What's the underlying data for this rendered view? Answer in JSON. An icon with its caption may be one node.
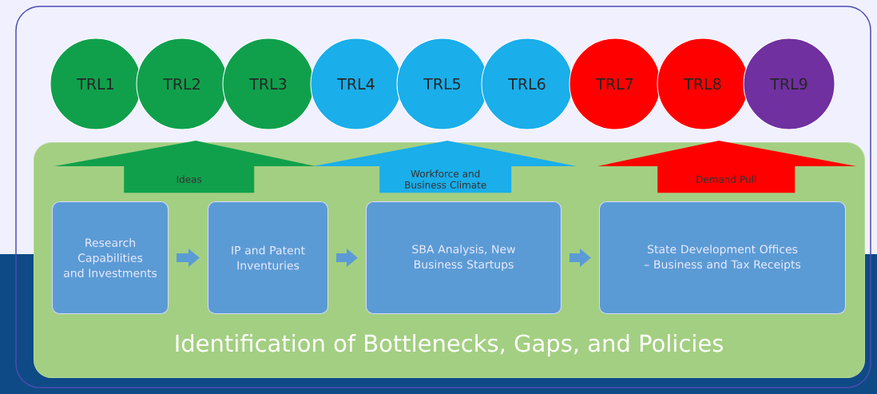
{
  "diagram": {
    "nodes": [
      {
        "text": [
          "TRL1"
        ]
      },
      {
        "text": [
          "TRL2"
        ]
      },
      {
        "text": [
          "TRL3"
        ]
      },
      {
        "text": [
          "TRL4"
        ]
      },
      {
        "text": [
          "TRL5"
        ]
      },
      {
        "text": [
          "TRL6"
        ]
      },
      {
        "text": [
          "TRL7"
        ]
      },
      {
        "text": [
          "TRL8"
        ]
      },
      {
        "text": [
          "TRL9"
        ]
      },
      {
        "text": [
          "Identification of Bottlenecks, Gaps, and Policies"
        ]
      },
      {
        "text": [
          "Ideas"
        ],
        "in": 9
      },
      {
        "text": [
          "Workforce and Business Climate"
        ],
        "in": 9
      },
      {
        "text": [
          "Demand Pull"
        ],
        "in": 9
      },
      {
        "text": [
          "Research Capabilities and Investments"
        ],
        "in": 9
      },
      {
        "text": [
          "IP and Patent Inventuries"
        ],
        "in": 9
      },
      {
        "text": [
          "SBA Analysis, New Business Startups"
        ],
        "in": 9
      },
      {
        "text": [
          "State Development Offices – Business and Tax Receipts"
        ],
        "in": 9
      }
    ],
    "edges": [
      {
        "from": 13,
        "to": 14,
        "arrow": "to"
      },
      {
        "from": 14,
        "to": 15,
        "arrow": "to"
      },
      {
        "from": 15,
        "to": 16,
        "arrow": "to"
      }
    ]
  }
}
